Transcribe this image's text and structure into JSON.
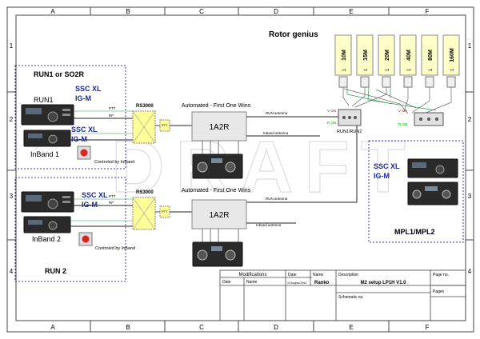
{
  "frame": {
    "columns": [
      "A",
      "B",
      "C",
      "D",
      "E",
      "F"
    ],
    "rows": [
      "1",
      "2",
      "3",
      "4"
    ]
  },
  "title": {
    "rotor_genius": "Rotor genius",
    "watermark": "DRAFT"
  },
  "antennas": [
    {
      "label": "10M",
      "port": "1"
    },
    {
      "label": "15M",
      "port": "1"
    },
    {
      "label": "20M",
      "port": "1"
    },
    {
      "label": "40M",
      "port": "1"
    },
    {
      "label": "80M",
      "port": "1"
    },
    {
      "label": "160M",
      "port": "1"
    }
  ],
  "station_top": {
    "group_label": "RUN1  or SO2R",
    "radio1": "RUN1",
    "radio1_amp": "SSC XL\nIG-M",
    "radio1_amp_l1": "SSC XL",
    "radio1_amp_l2": "IG-M",
    "radio2": "InBand 1",
    "radio2_amp_l1": "SSC XL",
    "radio2_amp_l2": "IG-M",
    "controlled": "Controled by InBand",
    "rs_label": "RS3000",
    "auto_label": "Automated - First One Wins",
    "switch_label": "1A2R",
    "run_antenna": "RUN antenna",
    "inband_antenna": "Inband antenna",
    "ptt": "PTT",
    "rf": "RF"
  },
  "station_bottom": {
    "group_label": "RUN 2",
    "radio1_amp_l1": "SSC XL",
    "radio1_amp_l2": "IG-M",
    "radio2": "InBand 2",
    "controlled": "Controled by InBand",
    "rs_label": "RS3000",
    "auto_label": "Automated - First One Wins",
    "switch_label": "1A2R",
    "run_antenna": "RUN antenna",
    "inband_antenna": "Inband antenna",
    "ptt": "PTT",
    "rf": "RF"
  },
  "switch_box": {
    "label": "RUN1/RUN2",
    "v_on": "V ON",
    "r_on": "R ON"
  },
  "mpl": {
    "amp_l1": "SSC XL",
    "amp_l2": "IG-M",
    "label": "MPL1/MPL2"
  },
  "title_block": {
    "modifications": "Modifications",
    "date_hdr": "Date",
    "name_hdr": "Name",
    "date_col": "Date",
    "name_col": "Name",
    "date_val": "10 August 2014",
    "name_val": "Ranko",
    "desc_hdr": "Description",
    "desc_val": "M2 setup LP1H V1.0",
    "page_no": "Page no.",
    "pages": "Pages",
    "schematic": "Schematic no."
  },
  "colors": {
    "frame": "#444444",
    "dashed_box": "#3a3aa8",
    "blue_text": "#1a2a9c",
    "antenna_fill": "#ffffc8",
    "switch_fill": "#e8e8e8",
    "rs_fill": "#ffff99"
  }
}
